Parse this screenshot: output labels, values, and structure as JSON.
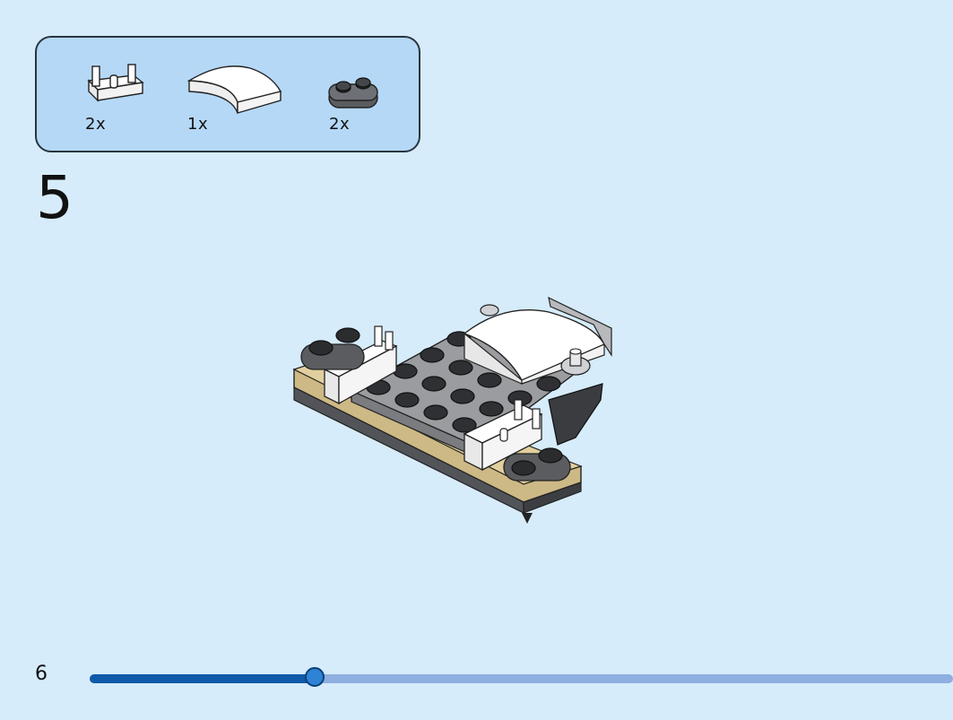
{
  "parts_list": {
    "items": [
      {
        "icon": "clip-plate-icon",
        "quantity": "2x"
      },
      {
        "icon": "curved-slope-icon",
        "quantity": "1x"
      },
      {
        "icon": "rounded-plate-1x2-icon",
        "quantity": "2x"
      }
    ]
  },
  "step": {
    "number": "5"
  },
  "footer": {
    "page_number": "6"
  },
  "progress": {
    "fraction": 0.261
  },
  "colors": {
    "background": "#d6ecfb",
    "parts_box": "#b5d8f7",
    "progress_fill": "#0e5aa8",
    "progress_track": "#8fafe0"
  }
}
